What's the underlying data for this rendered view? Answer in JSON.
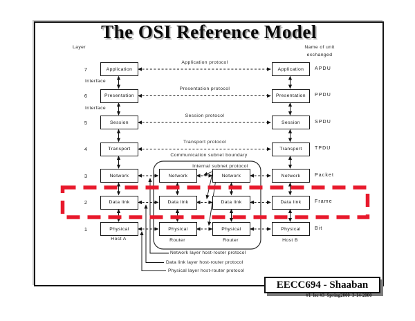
{
  "slide": {
    "title": "The OSI Reference Model",
    "footer": {
      "course": "EECC694 - Shaaban",
      "meta": "#1  lec #3  Spring2000  3-14-2000"
    }
  },
  "colors": {
    "highlight_red": "#e8192c",
    "line_black": "#141414"
  },
  "diagram": {
    "left_header": "Layer",
    "right_header": {
      "line1": "Name of unit",
      "line2": "exchanged"
    },
    "interface_label": "Interface",
    "layers": [
      {
        "num": "7",
        "name": "Application",
        "protocol": "Application protocol",
        "unit": "APDU"
      },
      {
        "num": "6",
        "name": "Presentation",
        "protocol": "Presentation protocol",
        "unit": "PPDU"
      },
      {
        "num": "5",
        "name": "Session",
        "protocol": "Session protocol",
        "unit": "SPDU"
      },
      {
        "num": "4",
        "name": "Transport",
        "protocol": "Transport protocol",
        "unit": "TPDU"
      },
      {
        "num": "3",
        "name": "Network",
        "protocol": "",
        "unit": "Packet"
      },
      {
        "num": "2",
        "name": "Data link",
        "protocol": "",
        "unit": "Frame"
      },
      {
        "num": "1",
        "name": "Physical",
        "protocol": "",
        "unit": "Bit"
      }
    ],
    "subnet": {
      "boundary_label": "Communication subnet boundary",
      "internal_label": "Internal subnet protocol"
    },
    "nodes": {
      "host_a": "Host A",
      "router_1": "Router",
      "router_2": "Router",
      "host_b": "Host B"
    },
    "callouts": [
      "Network layer host-router protocol",
      "Data link layer host-router protocol",
      "Physical layer host-router protocol"
    ]
  }
}
